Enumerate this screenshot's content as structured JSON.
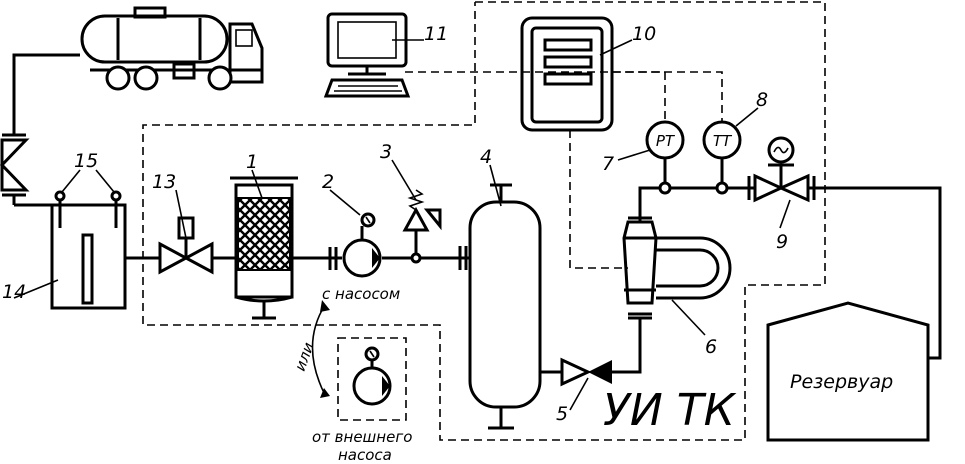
{
  "labels": {
    "n1": "1",
    "n2": "2",
    "n3": "3",
    "n4": "4",
    "n5": "5",
    "n6": "6",
    "n7": "7",
    "n8": "8",
    "n9": "9",
    "n10": "10",
    "n11": "11",
    "n13": "13",
    "n14": "14",
    "n15": "15"
  },
  "gauges": {
    "pressure": "PT",
    "temperature": "TT"
  },
  "captions": {
    "with_pump": "с насосом",
    "or": "или",
    "external_pump_line1": "от внешнего",
    "external_pump_line2": "насоса",
    "reservoir": "Резервуар",
    "unit_code": "УИ  ТК"
  }
}
